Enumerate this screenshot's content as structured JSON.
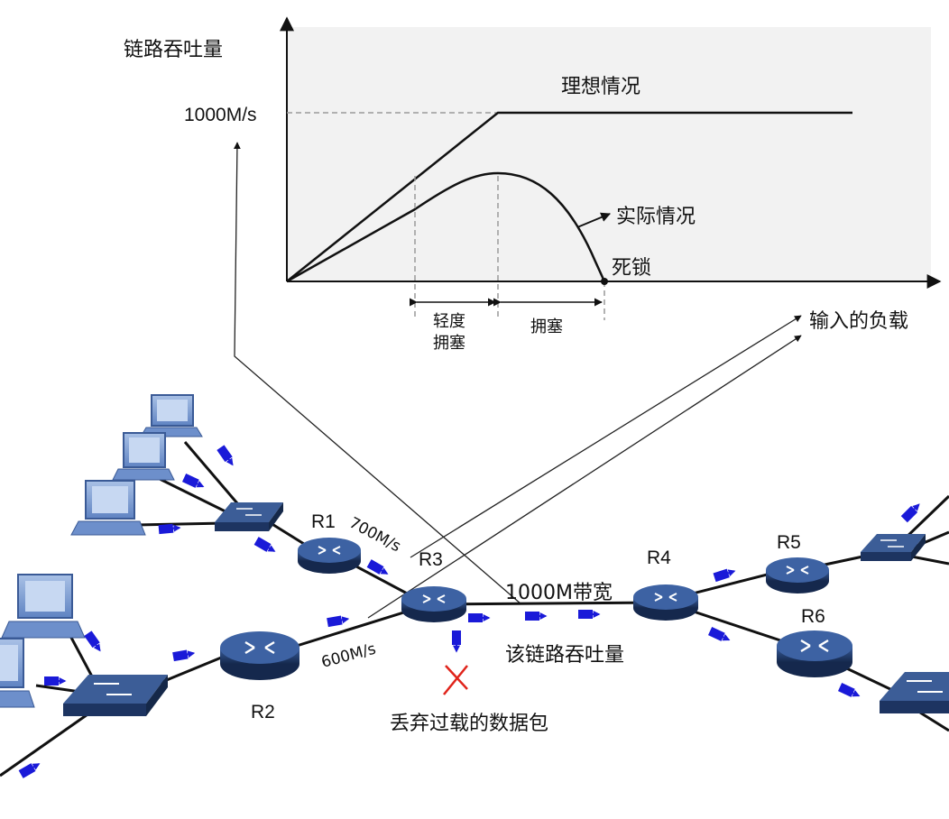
{
  "chart": {
    "y_axis_label": "链路吞吐量",
    "y_tick": "1000M/s",
    "x_axis_label": "输入的负载",
    "ideal_label": "理想情况",
    "actual_label": "实际情况",
    "deadlock_label": "死锁",
    "light_congestion_line1": "轻度",
    "light_congestion_line2": "拥塞",
    "congestion_label": "拥塞"
  },
  "network": {
    "routers": [
      "R1",
      "R2",
      "R3",
      "R4",
      "R5",
      "R6"
    ],
    "link_r1_r3": "700M/s",
    "link_r2_r3": "600M/s",
    "link_r3_r4": "1000M带宽",
    "throughput_label": "该链路吞吐量",
    "drop_label": "丢弃过载的数据包"
  },
  "colors": {
    "router": "#1f3a6b",
    "packet": "#1a1ad8",
    "drop_mark": "#e0241b",
    "chart_bg": "#f2f2f2"
  }
}
